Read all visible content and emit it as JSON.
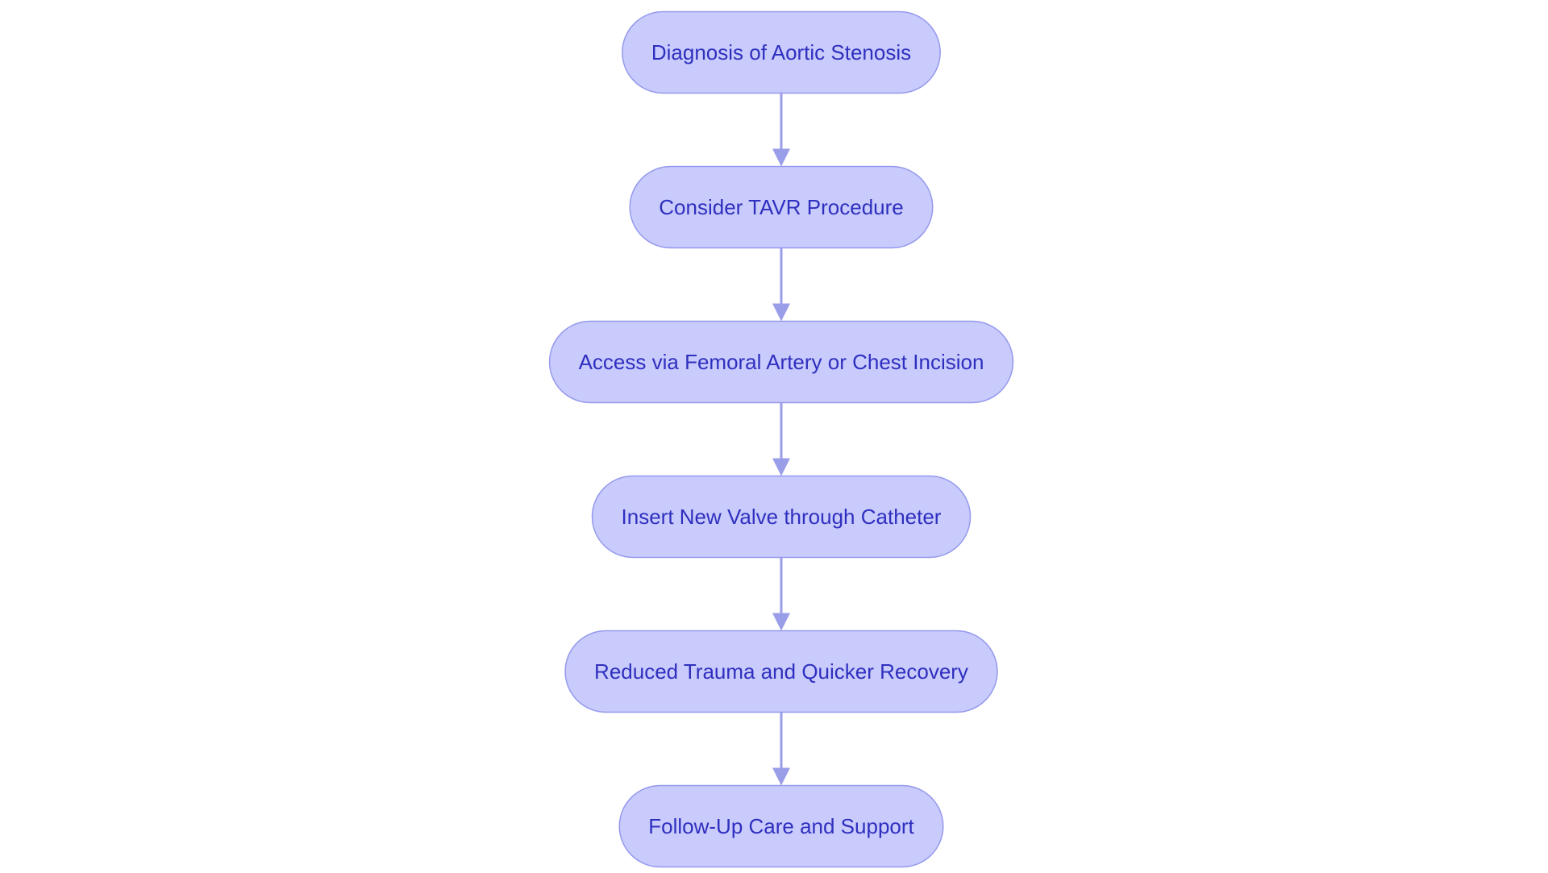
{
  "diagram": {
    "type": "flowchart",
    "direction": "top-to-bottom",
    "colors": {
      "node_fill": "#c8cbfc",
      "node_stroke": "#9599ec",
      "text": "#2f2fbf",
      "edge": "#9a9de8",
      "background": "#ffffff"
    },
    "nodes": [
      {
        "id": "n1",
        "label": "Diagnosis of Aortic Stenosis"
      },
      {
        "id": "n2",
        "label": "Consider TAVR Procedure"
      },
      {
        "id": "n3",
        "label": "Access via Femoral Artery or Chest Incision"
      },
      {
        "id": "n4",
        "label": "Insert New Valve through Catheter"
      },
      {
        "id": "n5",
        "label": "Reduced Trauma and Quicker Recovery"
      },
      {
        "id": "n6",
        "label": "Follow-Up Care and Support"
      }
    ],
    "edges": [
      {
        "from": "n1",
        "to": "n2"
      },
      {
        "from": "n2",
        "to": "n3"
      },
      {
        "from": "n3",
        "to": "n4"
      },
      {
        "from": "n4",
        "to": "n5"
      },
      {
        "from": "n5",
        "to": "n6"
      }
    ]
  }
}
